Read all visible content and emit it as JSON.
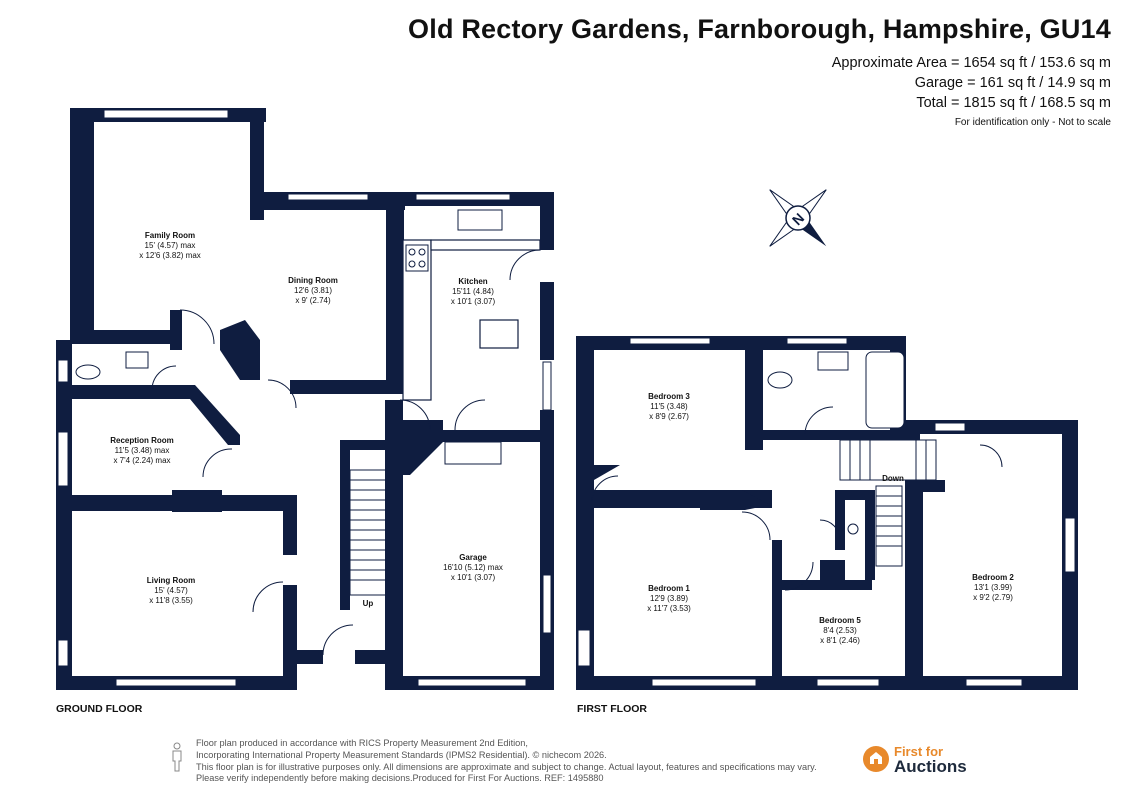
{
  "header": {
    "title": "Old Rectory Gardens, Farnborough, Hampshire, GU14",
    "approx_area": "Approximate Area = 1654 sq ft / 153.6 sq m",
    "garage_area": "Garage = 161 sq ft / 14.9 sq m",
    "total_area": "Total = 1815 sq ft / 168.5 sq m",
    "note": "For identification only - Not to scale"
  },
  "compass": {
    "label": "N",
    "icon": "compass-icon"
  },
  "ground_floor": {
    "label": "GROUND FLOOR",
    "rooms": {
      "family": {
        "name": "Family Room",
        "dim1": "15' (4.57) max",
        "dim2": "x 12'6 (3.82) max"
      },
      "dining": {
        "name": "Dining Room",
        "dim1": "12'6 (3.81)",
        "dim2": "x 9' (2.74)"
      },
      "kitchen": {
        "name": "Kitchen",
        "dim1": "15'11 (4.84)",
        "dim2": "x 10'1 (3.07)"
      },
      "reception": {
        "name": "Reception Room",
        "dim1": "11'5 (3.48) max",
        "dim2": "x 7'4 (2.24) max"
      },
      "living": {
        "name": "Living Room",
        "dim1": "15' (4.57)",
        "dim2": "x 11'8 (3.55)"
      },
      "garage": {
        "name": "Garage",
        "dim1": "16'10 (5.12) max",
        "dim2": "x 10'1 (3.07)"
      }
    },
    "stair_label": "Up"
  },
  "first_floor": {
    "label": "FIRST FLOOR",
    "rooms": {
      "bed3": {
        "name": "Bedroom 3",
        "dim1": "11'5 (3.48)",
        "dim2": "x 8'9 (2.67)"
      },
      "bed1": {
        "name": "Bedroom 1",
        "dim1": "12'9 (3.89)",
        "dim2": "x 11'7 (3.53)"
      },
      "bed5": {
        "name": "Bedroom 5",
        "dim1": "8'4 (2.53)",
        "dim2": "x 8'1 (2.46)"
      },
      "bed2": {
        "name": "Bedroom 2",
        "dim1": "13'1 (3.99)",
        "dim2": "x 9'2 (2.79)"
      }
    },
    "stair_label": "Down"
  },
  "footer": {
    "line1": "Floor plan produced in accordance with RICS Property Measurement 2nd Edition,",
    "line2": "Incorporating International Property Measurement Standards (IPMS2 Residential).  © nichecom 2026.",
    "line3": "This floor plan is for illustrative purposes only. All dimensions are approximate and subject to change. Actual layout, features and specifications may vary.",
    "line4": "Please verify independently before making decisions.Produced for First For Auctions.   REF:  1495880"
  },
  "brand": {
    "top": "First for",
    "main": "Auctions",
    "accent": "#E8892B",
    "dark": "#1e2a3c"
  },
  "colors": {
    "wall": "#0f1d40",
    "window": "#ffffff",
    "text": "#111111"
  }
}
